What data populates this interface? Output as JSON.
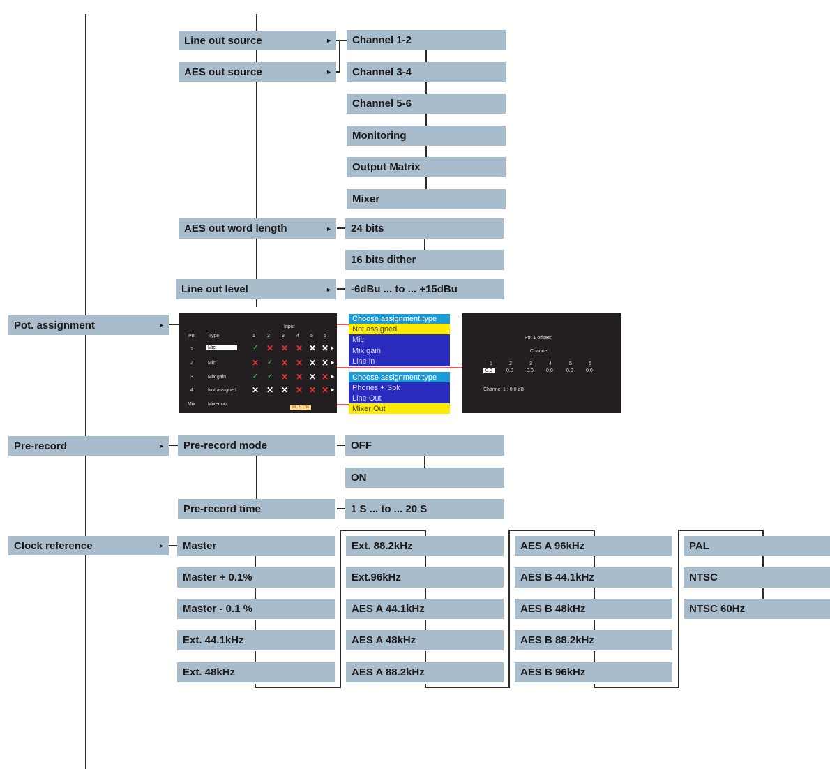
{
  "menu": {
    "line_out_source": "Line out source",
    "aes_out_source": "AES out source",
    "aes_out_word_length": "AES out word length",
    "line_out_level": "Line out level",
    "pot_assignment": "Pot. assignment",
    "pre_record": "Pre-record",
    "pre_record_mode": "Pre-record mode",
    "pre_record_time": "Pre-record time",
    "clock_reference": "Clock reference"
  },
  "source_options": [
    "Channel 1-2",
    "Channel 3-4",
    "Channel 5-6",
    "Monitoring",
    "Output Matrix",
    "Mixer"
  ],
  "word_length_options": [
    "24 bits",
    "16 bits dither"
  ],
  "line_level_range": "-6dBu ... to ... +15dBu",
  "pre_record_mode_options": [
    "OFF",
    "ON"
  ],
  "pre_record_time_range": "1 S ... to ... 20 S",
  "clock_col1": [
    "Master",
    "Master + 0.1%",
    "Master - 0.1 %",
    "Ext. 44.1kHz",
    "Ext. 48kHz"
  ],
  "clock_col2": [
    "Ext. 88.2kHz",
    "Ext.96kHz",
    "AES A 44.1kHz",
    "AES A 48kHz",
    "AES A 88.2kHz"
  ],
  "clock_col3": [
    "AES A 96kHz",
    "AES B 44.1kHz",
    "AES B 48kHz",
    "AES B 88.2kHz",
    "AES B 96kHz"
  ],
  "clock_col4": [
    "PAL",
    "NTSC",
    "NTSC 60Hz"
  ],
  "pot_screen": {
    "header_input": "Input",
    "col_pot": "Pot",
    "col_type": "Type",
    "input_numbers": [
      "1",
      "2",
      "3",
      "4",
      "5",
      "6"
    ],
    "rows": [
      {
        "pot": "1",
        "type": "Mic"
      },
      {
        "pot": "2",
        "type": "Mic"
      },
      {
        "pot": "3",
        "type": "Mix gain"
      },
      {
        "pot": "4",
        "type": "Not assigned"
      },
      {
        "pot": "Mix",
        "type": "Mixer out"
      }
    ],
    "footer_label": "ML 5 ON"
  },
  "assign_menu_1": {
    "header": "Choose assignment type",
    "items": [
      "Not assigned",
      "Mic",
      "Mix gain",
      "Line in"
    ]
  },
  "assign_menu_2": {
    "header": "Choose assignment type",
    "items": [
      "Phones + Spk",
      "Line Out",
      "Mixer Out"
    ]
  },
  "offset_screen": {
    "title": "Pot 1 offsets",
    "channel": "Channel",
    "numbers": [
      "1",
      "2",
      "3",
      "4",
      "5",
      "6"
    ],
    "values": [
      "0.0",
      "0.0",
      "0.0",
      "0.0",
      "0.0",
      "0.0"
    ],
    "footer": "Channel 1 : 0.0 dB"
  },
  "colors": {
    "box": "#a9bccb",
    "line": "#2b2b2b",
    "screen_bg": "#231f20",
    "menu_header": "#1e9ad6",
    "menu_yellow": "#ffeb00",
    "menu_navy": "#2a2bbf",
    "red_connector": "#d8262c"
  }
}
